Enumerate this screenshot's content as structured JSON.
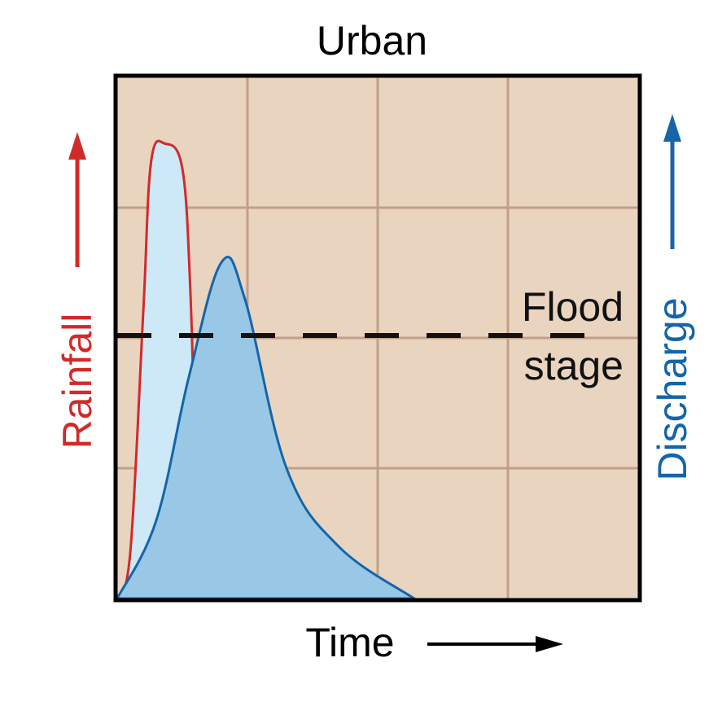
{
  "chart_data": {
    "type": "area",
    "title": "Urban",
    "xlabel": "Time",
    "ylabel_left": "Rainfall",
    "ylabel_right": "Discharge",
    "xlim": [
      0,
      4
    ],
    "ylim": [
      0,
      4
    ],
    "grid": true,
    "annotation": {
      "line1": "Flood",
      "line2": "stage"
    },
    "flood_stage": 2.0,
    "series": [
      {
        "name": "Rainfall",
        "peak_x": 0.37,
        "peak_y": 3.49,
        "end_x": 0.62,
        "points": [
          [
            0.0,
            0.0
          ],
          [
            0.1,
            0.35
          ],
          [
            0.2,
            2.2
          ],
          [
            0.26,
            3.35
          ],
          [
            0.37,
            3.49
          ],
          [
            0.5,
            3.3
          ],
          [
            0.56,
            2.4
          ],
          [
            0.6,
            1.0
          ],
          [
            0.62,
            0.0
          ]
        ]
      },
      {
        "name": "Discharge",
        "peak_x": 0.8,
        "peak_y": 2.58,
        "end_x": 2.28,
        "points": [
          [
            0.0,
            0.0
          ],
          [
            0.3,
            0.6
          ],
          [
            0.55,
            1.7
          ],
          [
            0.8,
            2.58
          ],
          [
            0.98,
            2.3
          ],
          [
            1.3,
            1.0
          ],
          [
            1.7,
            0.4
          ],
          [
            2.28,
            0.0
          ]
        ]
      }
    ],
    "colors": {
      "background": "#e9d4c0",
      "grid": "#c29f89",
      "rainfall_line": "#d12a2a",
      "rainfall_fill": "#cde8f7",
      "discharge_line": "#1565a8",
      "discharge_fill": "#98c8e6",
      "frame": "#000000"
    }
  }
}
